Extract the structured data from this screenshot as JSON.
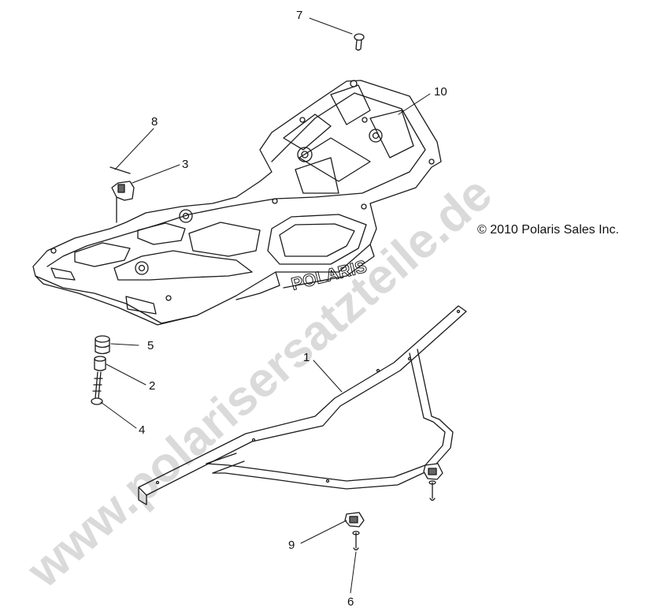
{
  "diagram": {
    "callouts": [
      {
        "id": "c1",
        "label": "1"
      },
      {
        "id": "c2",
        "label": "2"
      },
      {
        "id": "c3",
        "label": "3"
      },
      {
        "id": "c4",
        "label": "4"
      },
      {
        "id": "c5",
        "label": "5"
      },
      {
        "id": "c6",
        "label": "6"
      },
      {
        "id": "c7",
        "label": "7"
      },
      {
        "id": "c8",
        "label": "8"
      },
      {
        "id": "c9",
        "label": "9"
      },
      {
        "id": "c10",
        "label": "10"
      }
    ],
    "copyright": "© 2010 Polaris Sales Inc.",
    "rack_logo": "POLARIS",
    "watermark": "www.polarisersatzteile.de",
    "colors": {
      "line": "#1a1a1a",
      "watermark": "#d9d9d9",
      "background": "#ffffff"
    }
  }
}
